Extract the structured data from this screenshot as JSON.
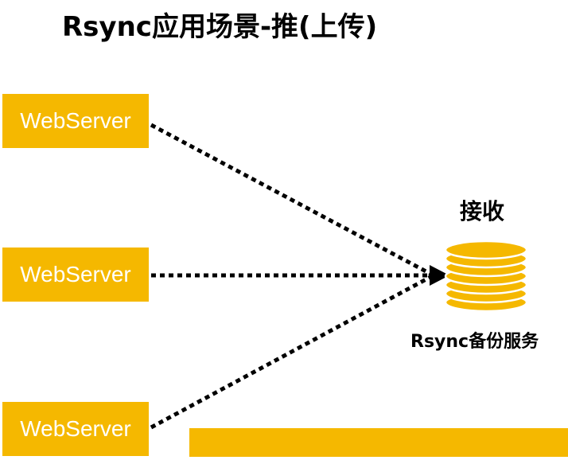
{
  "title": "Rsync应用场景-推(上传)",
  "servers": [
    {
      "label": "WebServer"
    },
    {
      "label": "WebServer"
    },
    {
      "label": "WebServer"
    }
  ],
  "receiver": {
    "action_label": "接收",
    "service_label": "Rsync备份服务"
  },
  "colors": {
    "server_fill": "#f5b800",
    "server_text": "#ffffff",
    "database_fill": "#f5b800",
    "arrow": "#000000"
  },
  "icons": [
    "database-icon",
    "arrow-icon"
  ]
}
